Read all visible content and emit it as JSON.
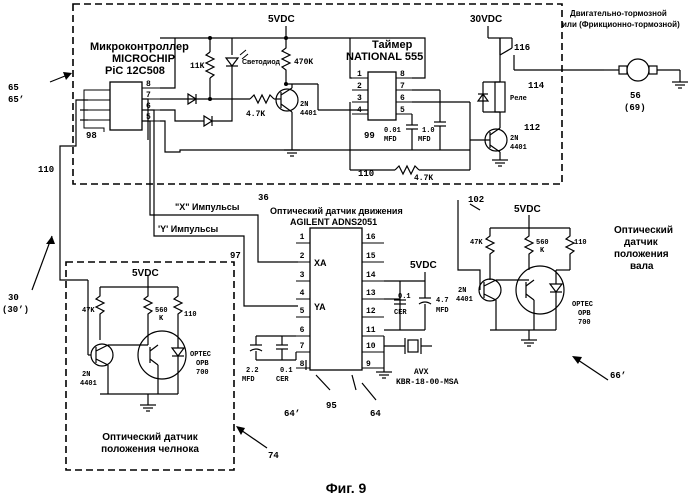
{
  "labels": {
    "mcu_line1": "Микроконтроллер",
    "mcu_line2": "MICROCHIP",
    "mcu_line3": "PiC 12C508",
    "timer_line1": "Таймер",
    "timer_line2": "NATIONAL 555",
    "vdc5_top": "5VDC",
    "vdc30": "30VDC",
    "brake_line1": "Двигательно-тормозной",
    "brake_line2": "или (Фрикционно-тормозной)",
    "led_label": "Светодиод",
    "r11k": "11K",
    "r470k": "470K",
    "r47k_base": "4.7K",
    "r47k_bottom": "4.7K",
    "q_2n4401_top": "2N\n4401",
    "q_2n4401_relay": "2N\n4401",
    "relay_label": "Реле",
    "c001": "0.01\nMFD",
    "c10": "1.0\nMFD",
    "n116": "116",
    "n114": "114",
    "n112": "112",
    "n99": "99",
    "n98": "98",
    "n110_a": "110",
    "n110_b": "110",
    "n110_c": "110",
    "n110_d": "110",
    "n65": "65",
    "n65p": "65’",
    "n56": "56",
    "n69": "(69)",
    "x_pulses": "\"X\" Импульсы",
    "y_pulses": "'Y' Импульсы",
    "n36": "36",
    "n97": "97",
    "n102": "102",
    "sensor_title1": "Оптический датчик движения",
    "sensor_title2": "AGILENT ADNS2051",
    "xa": "XA",
    "ya": "YA",
    "vdc5_sensor": "5VDC",
    "c01_cer": "0.1\nCER",
    "c47_mfd": "4.7\nMFD",
    "c22_mfd": "2.2\nMFD",
    "c01_cer2": "0.1\nCER",
    "avx1": "AVX",
    "avx2": "KBR-18-00-MSA",
    "n64p": "64’",
    "n95": "95",
    "n64": "64",
    "n30": "30",
    "n30p": "(30’)",
    "vdc5_right": "5VDC",
    "shaft1": "Оптический",
    "shaft2": "датчик",
    "shaft3": "положения",
    "shaft4": "вала",
    "r47k_right": "47K",
    "r560k_right": "560\nK",
    "q_right": "2N\n4401",
    "optec_right": "OPTEC\nOPB\n700",
    "n66p": "66’",
    "vdc5_left": "5VDC",
    "r47k_left": "47K",
    "r560k_left": "560\nK",
    "q_left": "2N\n4401",
    "optec_left": "OPTEC\nOPB\n700",
    "shuttle1": "Оптический датчик",
    "shuttle2": "положения челнока",
    "n74": "74",
    "fig": "Фиг. 9"
  },
  "pins_left": [
    "1",
    "2",
    "3",
    "4",
    "5",
    "6",
    "7",
    "8"
  ],
  "pins_right": [
    "16",
    "15",
    "14",
    "13",
    "12",
    "11",
    "10",
    "9"
  ],
  "mcu_pins": [
    "8",
    "7",
    "6",
    "5"
  ],
  "timer_pins_left": [
    "1",
    "2",
    "3",
    "4"
  ],
  "timer_pins_right": [
    "8",
    "7",
    "6",
    "5"
  ]
}
